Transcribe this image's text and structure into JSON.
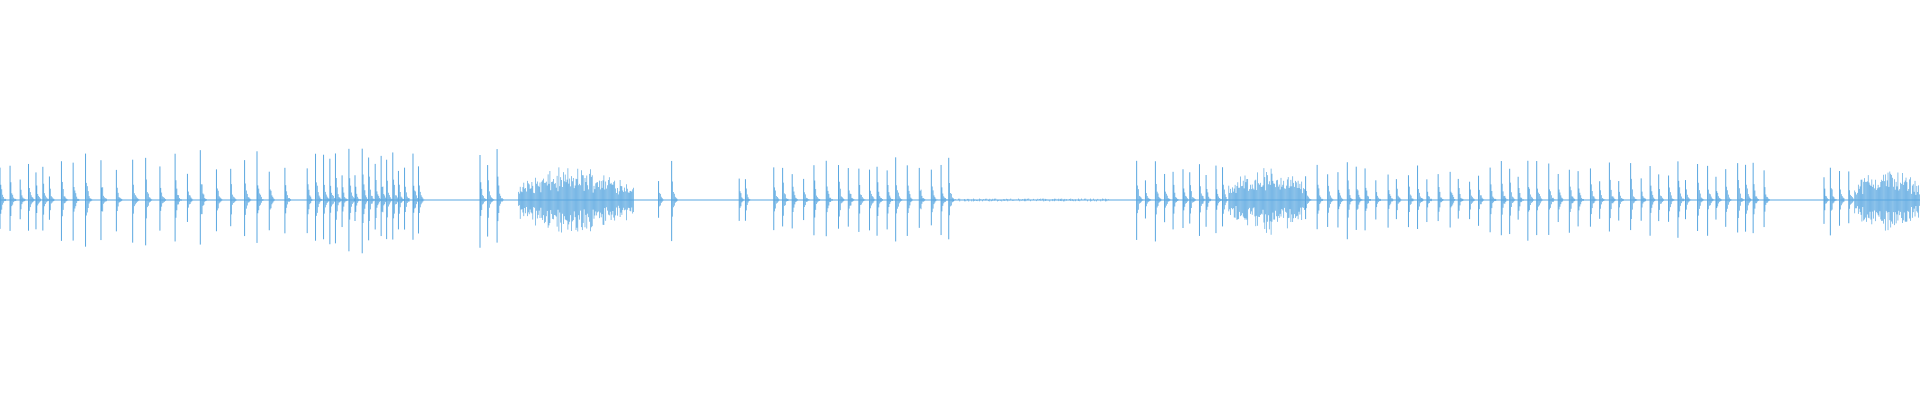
{
  "waveform": {
    "color": "#5aa7e0",
    "background": "#ffffff",
    "segments": [
      {
        "start": 0.0,
        "end": 0.03,
        "kind": "hits",
        "spacing": 0.0045,
        "amp": 0.1
      },
      {
        "start": 0.032,
        "end": 0.152,
        "kind": "hits",
        "spacing": 0.0068,
        "amp": 0.13
      },
      {
        "start": 0.16,
        "end": 0.222,
        "kind": "hits",
        "spacing": 0.0036,
        "amp": 0.13
      },
      {
        "start": 0.25,
        "end": 0.262,
        "kind": "hits",
        "spacing": 0.004,
        "amp": 0.13
      },
      {
        "start": 0.27,
        "end": 0.33,
        "kind": "dense",
        "spacing": 0.0013,
        "amp": 0.09
      },
      {
        "start": 0.343,
        "end": 0.356,
        "kind": "hits",
        "spacing": 0.006,
        "amp": 0.1
      },
      {
        "start": 0.385,
        "end": 0.39,
        "kind": "hits",
        "spacing": 0.004,
        "amp": 0.06
      },
      {
        "start": 0.403,
        "end": 0.496,
        "kind": "hits",
        "spacing": 0.0052,
        "amp": 0.11
      },
      {
        "start": 0.592,
        "end": 0.64,
        "kind": "hits",
        "spacing": 0.0042,
        "amp": 0.1
      },
      {
        "start": 0.64,
        "end": 0.68,
        "kind": "dense",
        "spacing": 0.0014,
        "amp": 0.09
      },
      {
        "start": 0.68,
        "end": 0.92,
        "kind": "hits",
        "spacing": 0.0052,
        "amp": 0.1
      },
      {
        "start": 0.95,
        "end": 0.966,
        "kind": "hits",
        "spacing": 0.004,
        "amp": 0.09
      },
      {
        "start": 0.966,
        "end": 1.0,
        "kind": "dense",
        "spacing": 0.0014,
        "amp": 0.09
      }
    ],
    "quiet": [
      {
        "start": 0.496,
        "end": 0.578,
        "amp": 0.004
      }
    ]
  }
}
